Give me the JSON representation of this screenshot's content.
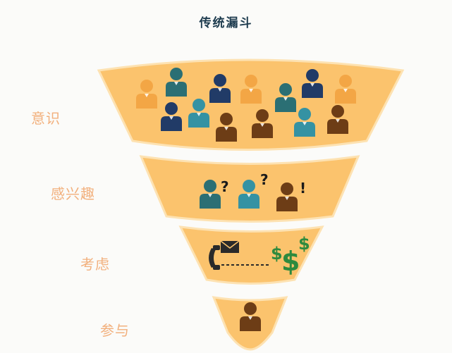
{
  "title": "传统漏斗",
  "stages": [
    {
      "label": "意识"
    },
    {
      "label": "感兴趣"
    },
    {
      "label": "考虑"
    },
    {
      "label": "参与"
    }
  ],
  "marks": {
    "question": "?",
    "exclaim": "!"
  },
  "colors": {
    "funnel_fill": "#fbc36d",
    "funnel_edge": "#fde2b2",
    "label_text": "#f2b07d",
    "title_text": "#1d3b4e",
    "dollar": "#2e8a3e",
    "person_orange": "#f3a645",
    "person_teal": "#2b6f74",
    "person_navy": "#213b67",
    "person_cyan": "#3592a3",
    "person_brown": "#6d3d16"
  },
  "icons": [
    "person-icon",
    "question-mark-icon",
    "exclamation-mark-icon",
    "phone-icon",
    "envelope-icon",
    "dollar-icon"
  ]
}
